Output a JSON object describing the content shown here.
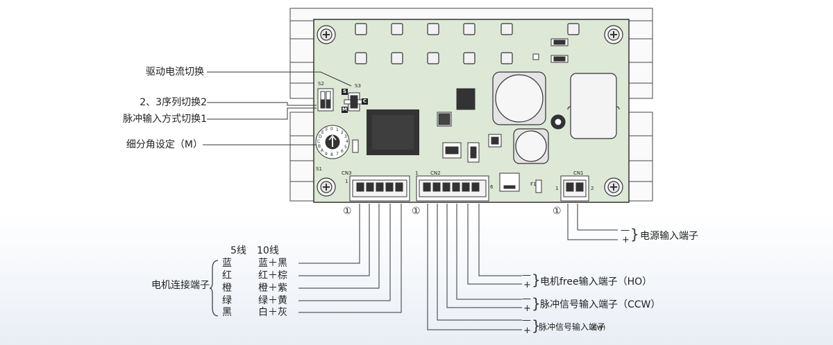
{
  "callouts": {
    "drive_current": "驱动电流切换",
    "seq_switch": "2、3序列切换2",
    "pulse_mode": "脉冲输入方式切换1",
    "microstep": "细分角设定（M）"
  },
  "board_labels": {
    "s1": "S1",
    "s2": "S2",
    "s3": "S3",
    "cn1": "CN1",
    "cn2": "CN2",
    "cn3": "CN3",
    "f1": "F1",
    "pin1": "1",
    "pin6": "6",
    "pin2": "2",
    "switch_s": "S",
    "switch_c": "C",
    "switch_m": "M",
    "dial_digits": [
      "0",
      "1",
      "2",
      "3",
      "4",
      "5",
      "6",
      "7",
      "8",
      "9",
      "A",
      "B",
      "C",
      "D",
      "E",
      "F"
    ],
    "cn1_pins": "1"
  },
  "pin_markers": {
    "cn3": "①",
    "cn2": "①",
    "cn1": "①"
  },
  "power": {
    "minus": "—",
    "plus": "+",
    "label": "电源输入端子"
  },
  "motor": {
    "group_label": "电机连接端子",
    "col_5wire": "5线",
    "col_10wire": "10线",
    "rows": [
      {
        "five": "蓝",
        "ten": "蓝＋黑"
      },
      {
        "five": "红",
        "ten": "红＋棕"
      },
      {
        "five": "橙",
        "ten": "橙＋紫"
      },
      {
        "five": "绿",
        "ten": "绿＋黄"
      },
      {
        "five": "黑",
        "ten": "白＋灰"
      }
    ]
  },
  "signals": [
    {
      "label": "电机free输入端子（HO）",
      "minus": "—",
      "plus": "+"
    },
    {
      "label": "脉冲信号输入端子（CCW）",
      "minus": "—",
      "plus": "+"
    },
    {
      "label": "脉冲信号输入端子",
      "suffix": "(CW)",
      "minus": "—",
      "plus": "+"
    }
  ]
}
